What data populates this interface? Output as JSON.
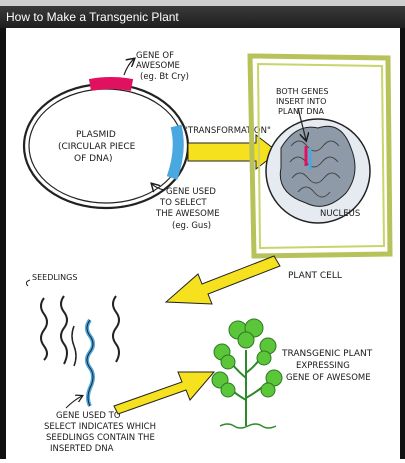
{
  "video": {
    "title": "How to Make a Transgenic Plant"
  },
  "diagram": {
    "gene_of_awesome_line1": "GENE OF",
    "gene_of_awesome_line2": "AWESOME",
    "gene_of_awesome_line3": "(eg. Bt Cry)",
    "plasmid_line1": "PLASMID",
    "plasmid_line2": "(CIRCULAR PIECE",
    "plasmid_line3": "OF DNA)",
    "transformation": "\"TRANSFORMATION\"",
    "gene_select_line1": "GENE USED",
    "gene_select_line2": "TO SELECT",
    "gene_select_line3": "THE AWESOME",
    "gene_select_line4": "(eg. Gus)",
    "both_genes_line1": "BOTH GENES",
    "both_genes_line2": "INSERT INTO",
    "both_genes_line3": "PLANT DNA",
    "nucleus": "NUCLEUS",
    "plant_cell": "PLANT CELL",
    "seedlings": "SEEDLINGS",
    "select_line1": "GENE USED TO",
    "select_line2": "SELECT INDICATES WHICH",
    "select_line3": "SEEDLINGS CONTAIN THE",
    "select_line4": "INSERTED DNA",
    "transgenic_line1": "TRANSGENIC PLANT",
    "transgenic_line2": "EXPRESSING",
    "transgenic_line3": "GENE OF AWESOME"
  },
  "colors": {
    "gene_of_awesome": "#e0115f",
    "selection_gene": "#4aa8e0",
    "arrow": "#f5e11e",
    "plant_cell": "#c9d46a",
    "nucleus_fill": "#8f9aa8",
    "leaf": "#5cc63a"
  }
}
